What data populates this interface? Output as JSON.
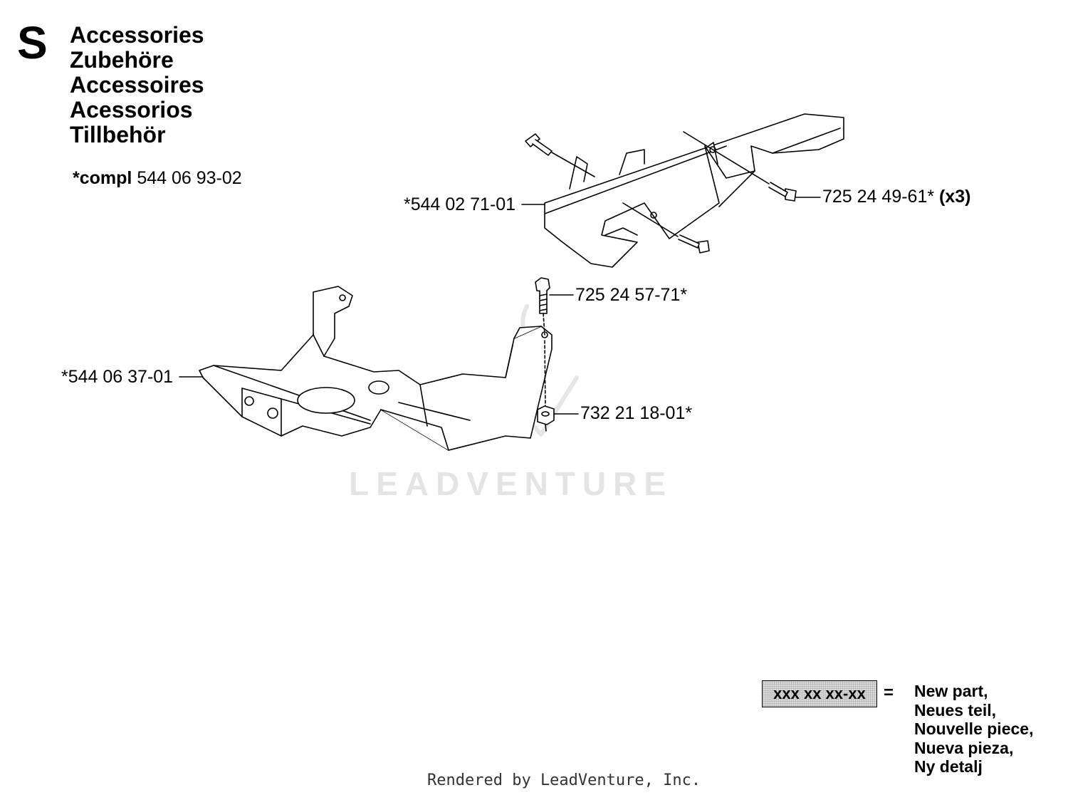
{
  "section_letter": "S",
  "titles": [
    "Accessories",
    "Zubehöre",
    "Accessoires",
    "Acessorios",
    "Tillbehör"
  ],
  "compl": {
    "prefix": "*compl",
    "number": "544 06 93-02"
  },
  "parts": {
    "bracket_upper": "*544 02 71-01",
    "bolt_small": "725 24 49-61*",
    "bolt_small_qty": "(x3)",
    "bolt_vertical": "725 24 57-71*",
    "bracket_lower": "*544 06 37-01",
    "nut": "732 21 18-01*"
  },
  "legend": {
    "sample": "xxx xx xx-xx",
    "equals": "=",
    "lines": [
      "New part,",
      "Neues teil,",
      "Nouvelle piece,",
      "Nueva pieza,",
      "Ny detalj"
    ]
  },
  "watermark": "LEADVENTURE",
  "footer": "Rendered by LeadVenture, Inc."
}
